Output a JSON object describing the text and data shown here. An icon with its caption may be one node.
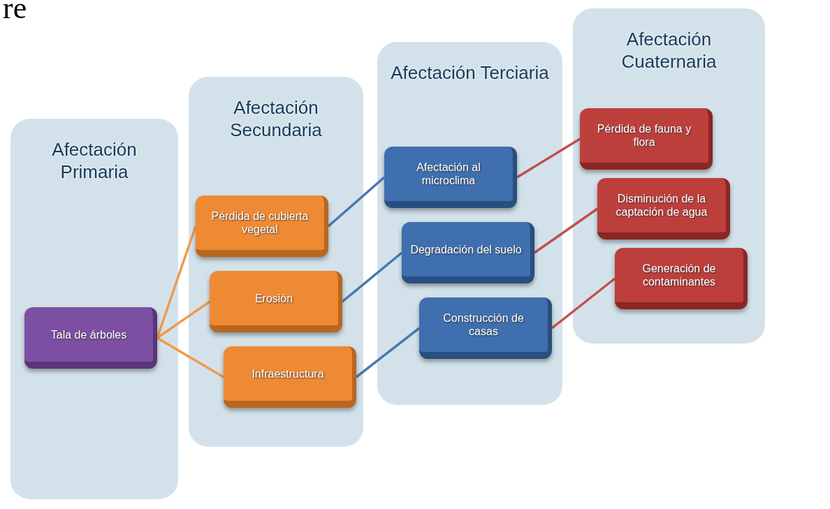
{
  "diagram": {
    "nodes": [
      {
        "text": [
          "Afectación Primaria"
        ]
      },
      {
        "text": [
          "Tala de árboles"
        ],
        "in": 0
      },
      {
        "text": [
          "Afectación Secundaria"
        ]
      },
      {
        "text": [
          "Pérdida de cubierta vegetal"
        ],
        "in": 2
      },
      {
        "text": [
          "Erosión"
        ],
        "in": 2
      },
      {
        "text": [
          "Infraestructura"
        ],
        "in": 2
      },
      {
        "text": [
          "Afectación Terciaria"
        ]
      },
      {
        "text": [
          "Afectación al microclima"
        ],
        "in": 6
      },
      {
        "text": [
          "Degradación del suelo"
        ],
        "in": 6
      },
      {
        "text": [
          "Construcción de casas"
        ],
        "in": 6
      },
      {
        "text": [
          "Afectación Cuaternaria"
        ]
      },
      {
        "text": [
          "Pérdida de fauna y flora"
        ],
        "in": 10
      },
      {
        "text": [
          "Disminución de la captación de agua"
        ],
        "in": 10
      },
      {
        "text": [
          "Generación de contaminantes"
        ],
        "in": 10
      }
    ],
    "edges": [
      {
        "from": 1,
        "to": 3,
        "arrow": "none",
        "color": "#ef9a4e"
      },
      {
        "from": 1,
        "to": 4,
        "arrow": "none",
        "color": "#ef9a4e"
      },
      {
        "from": 1,
        "to": 5,
        "arrow": "none",
        "color": "#ef9a4e"
      },
      {
        "from": 3,
        "to": 7,
        "arrow": "none",
        "color": "#4a78b0"
      },
      {
        "from": 4,
        "to": 8,
        "arrow": "none",
        "color": "#4a78b0"
      },
      {
        "from": 5,
        "to": 9,
        "arrow": "none",
        "color": "#4a78b0"
      },
      {
        "from": 7,
        "to": 11,
        "arrow": "none",
        "color": "#c0504d"
      },
      {
        "from": 8,
        "to": 12,
        "arrow": "none",
        "color": "#c0504d"
      },
      {
        "from": 9,
        "to": 13,
        "arrow": "none",
        "color": "#c0504d"
      }
    ],
    "labels": [
      "re"
    ]
  }
}
